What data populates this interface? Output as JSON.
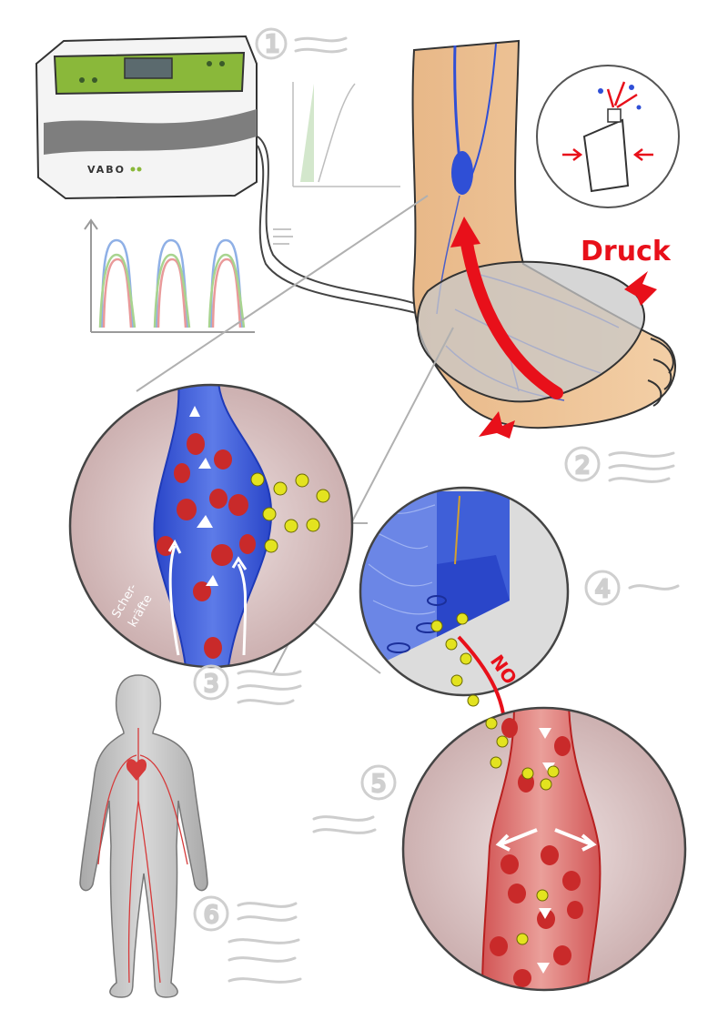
{
  "device": {
    "brand": "VABO"
  },
  "labels": {
    "pressure": "Druck",
    "nitric_oxide": "NO",
    "side_text_1": "Scher-",
    "side_text_2": "kräfte"
  },
  "steps": [
    "1",
    "2",
    "3",
    "4",
    "5",
    "6"
  ],
  "colors": {
    "vein": "#2f4fd6",
    "artery": "#d63a3a",
    "arrow": "#e8101a",
    "blood_cell": "#c92a2a",
    "no_molecule": "#e3e31f",
    "device_panel": "#8ab83a",
    "lens_bg": "#d9c4c4"
  }
}
